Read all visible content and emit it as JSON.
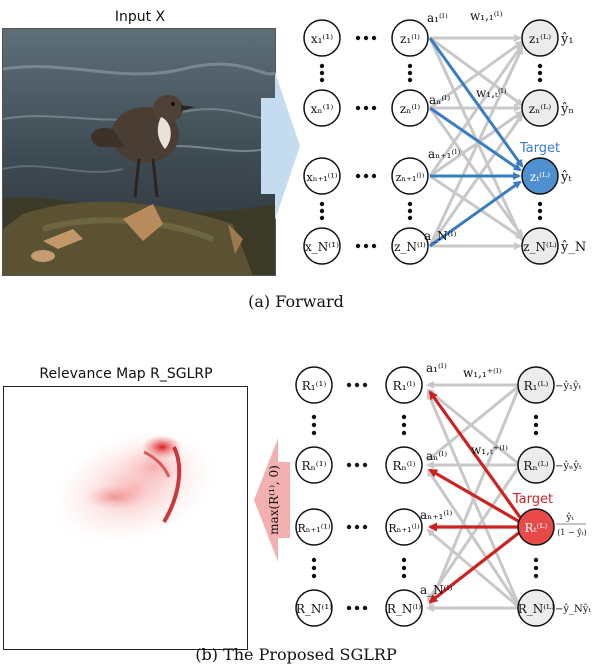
{
  "forward": {
    "input_title": "Input X",
    "caption": "(a)  Forward",
    "target_label": "Target",
    "first_layer": [
      "x₁⁽¹⁾",
      "xₙ⁽¹⁾",
      "xₙ₊₁⁽¹⁾",
      "x_N⁽¹⁾"
    ],
    "hidden_layer": [
      "z₁⁽ˡ⁾",
      "zₙ⁽ˡ⁾",
      "zₙ₊₁⁽ˡ⁾",
      "z_N⁽ˡ⁾"
    ],
    "output_layer": [
      "z₁⁽ᴸ⁾",
      "zₙ⁽ᴸ⁾",
      "zₜ⁽ᴸ⁾",
      "z_N⁽ᴸ⁾"
    ],
    "activations": [
      "a₁⁽ˡ⁾",
      "aₙ⁽ˡ⁾",
      "aₙ₊₁⁽ˡ⁾",
      "a_N⁽ˡ⁾"
    ],
    "weights": [
      "w₁,₁⁽ˡ⁾",
      "w₁,ₜ⁽ˡ⁾"
    ],
    "outputs": [
      "ŷ₁",
      "ŷₙ",
      "ŷₜ",
      "ŷ_N"
    ]
  },
  "backward": {
    "map_title": "Relevance Map R_SGLRP",
    "caption": "(b)  The Proposed SGLRP",
    "arrow_label": "max(R⁽¹⁾, 0)",
    "target_label": "Target",
    "first_layer": [
      "R₁⁽¹⁾",
      "Rₙ⁽¹⁾",
      "Rₙ₊₁⁽¹⁾",
      "R_N⁽¹⁾"
    ],
    "hidden_layer": [
      "R₁⁽ˡ⁾",
      "Rₙ⁽ˡ⁾",
      "Rₙ₊₁⁽ˡ⁾",
      "R_N⁽ˡ⁾"
    ],
    "output_layer": [
      "R₁⁽ᴸ⁾",
      "Rₙ⁽ᴸ⁾",
      "Rₜ⁽ᴸ⁾",
      "R_N⁽ᴸ⁾"
    ],
    "activations": [
      "a₁⁽ˡ⁾",
      "aₙ⁽ˡ⁾",
      "aₙ₊₁⁽ˡ⁾",
      "a_N⁽ˡ⁾"
    ],
    "weights": [
      "w₁,₁⁺⁽ˡ⁾",
      "w₁,ₜ⁺⁽ˡ⁾"
    ],
    "output_relevances": [
      "−ŷ₁ŷₜ",
      "−ŷₙŷₜ",
      "ŷₜ",
      "(1 − ŷₜ)",
      "−ŷ_Nŷₜ"
    ]
  },
  "colors": {
    "forward_accent": "#3a7cc4",
    "target_forward_fill": "#4e8fd0",
    "backward_accent": "#cc2222",
    "target_backward_fill": "#e84a4a",
    "edge_gray": "#c8c8c8",
    "forward_arrow": "#c5dbef",
    "backward_arrow": "#f3b0b0"
  }
}
